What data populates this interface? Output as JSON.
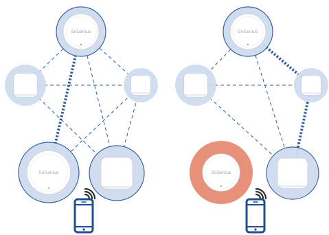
{
  "brand": "EnGenius",
  "colors": {
    "circle_fill": "#cfdcee",
    "circle_stroke": "#2f5c9c",
    "link": "#2f5c9c",
    "failed_node": "#e8917a",
    "device_body": "#ffffff",
    "phone": "#1f4f8f",
    "wifi": "#2d2d2d"
  },
  "panels": [
    {
      "name": "left-panel",
      "nodes": [
        {
          "id": "top",
          "kind": "round-ap",
          "state": "highlighted",
          "label": "EnGenius"
        },
        {
          "id": "left",
          "kind": "square-ap",
          "state": "highlighted"
        },
        {
          "id": "right",
          "kind": "square-ap",
          "state": "highlighted"
        },
        {
          "id": "bottom-left",
          "kind": "round-ap",
          "state": "highlighted",
          "label": "EnGenius"
        },
        {
          "id": "bottom-right",
          "kind": "square-ap",
          "state": "highlighted"
        }
      ],
      "links": [
        {
          "from": "top",
          "to": "bottom-left",
          "style": "bold-dotted"
        },
        {
          "from": "top",
          "to": "left",
          "style": "dashed"
        },
        {
          "from": "top",
          "to": "right",
          "style": "dashed"
        },
        {
          "from": "top",
          "to": "bottom-right",
          "style": "dashed"
        },
        {
          "from": "left",
          "to": "right",
          "style": "dashed"
        },
        {
          "from": "left",
          "to": "bottom-right",
          "style": "dashed"
        },
        {
          "from": "right",
          "to": "bottom-left",
          "style": "dashed"
        },
        {
          "from": "right",
          "to": "bottom-right",
          "style": "dashed"
        }
      ],
      "client": {
        "kind": "phone",
        "connected_to": "bottom-right"
      }
    },
    {
      "name": "right-panel",
      "nodes": [
        {
          "id": "top",
          "kind": "round-ap",
          "state": "highlighted",
          "label": "EnGenius"
        },
        {
          "id": "left",
          "kind": "square-ap",
          "state": "highlighted"
        },
        {
          "id": "right",
          "kind": "square-ap",
          "state": "highlighted"
        },
        {
          "id": "bottom-left",
          "kind": "round-ap",
          "state": "failed",
          "label": "EnGenius"
        },
        {
          "id": "bottom-right",
          "kind": "square-ap",
          "state": "highlighted"
        }
      ],
      "links": [
        {
          "from": "top",
          "to": "right",
          "style": "bold-dotted"
        },
        {
          "from": "right",
          "to": "bottom-right",
          "style": "bold-dotted"
        },
        {
          "from": "top",
          "to": "left",
          "style": "dashed"
        },
        {
          "from": "top",
          "to": "bottom-right",
          "style": "dashed"
        },
        {
          "from": "left",
          "to": "right",
          "style": "dashed"
        },
        {
          "from": "left",
          "to": "bottom-right",
          "style": "dashed"
        }
      ],
      "client": {
        "kind": "phone",
        "connected_to": "bottom-right"
      }
    }
  ]
}
